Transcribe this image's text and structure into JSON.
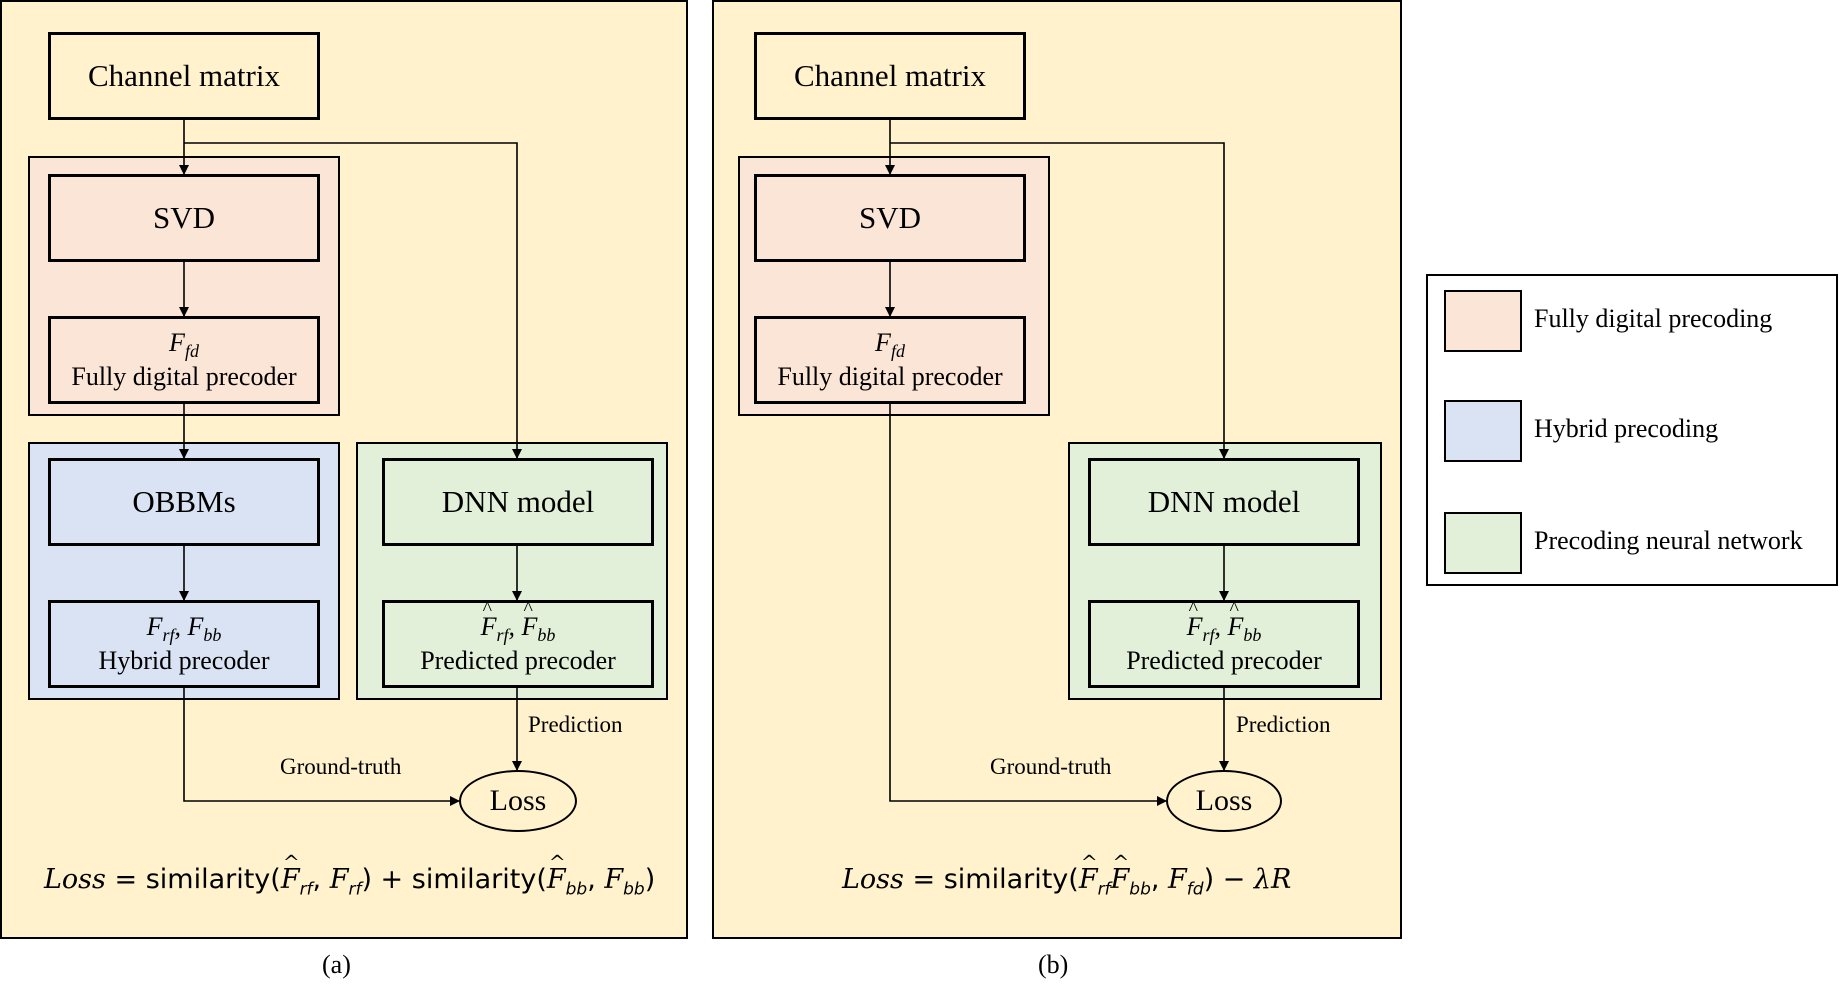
{
  "panel_a": {
    "channel": "Channel matrix",
    "svd": "SVD",
    "ffd_symbol": "F",
    "ffd_sub": "fd",
    "ffd_label": "Fully digital precoder",
    "obbms": "OBBMs",
    "hybrid_symbols": "F",
    "hybrid_label": "Hybrid precoder",
    "dnn": "DNN model",
    "pred_label": "Predicted precoder",
    "prediction": "Prediction",
    "ground_truth": "Ground-truth",
    "loss": "Loss",
    "formula": "Loss = similarity(F̂rf, Frf) + similarity(F̂bb, Fbb)",
    "caption": "(a)"
  },
  "panel_b": {
    "channel": "Channel matrix",
    "svd": "SVD",
    "ffd_label": "Fully digital precoder",
    "dnn": "DNN model",
    "pred_label": "Predicted precoder",
    "prediction": "Prediction",
    "ground_truth": "Ground-truth",
    "loss": "Loss",
    "formula": "Loss = similarity(F̂rf F̂bb, Ffd) − λR",
    "caption": "(b)"
  },
  "legend": {
    "items": [
      {
        "label": "Fully digital precoding",
        "color": "#fbe5d6"
      },
      {
        "label": "Hybrid precoding",
        "color": "#dae3f3"
      },
      {
        "label": "Precoding neural network",
        "color": "#e2f0d9"
      }
    ]
  },
  "colors": {
    "panel_bg": "#fff2cc",
    "fully_digital": "#fbe5d6",
    "hybrid": "#dae3f3",
    "neural": "#e2f0d9"
  }
}
